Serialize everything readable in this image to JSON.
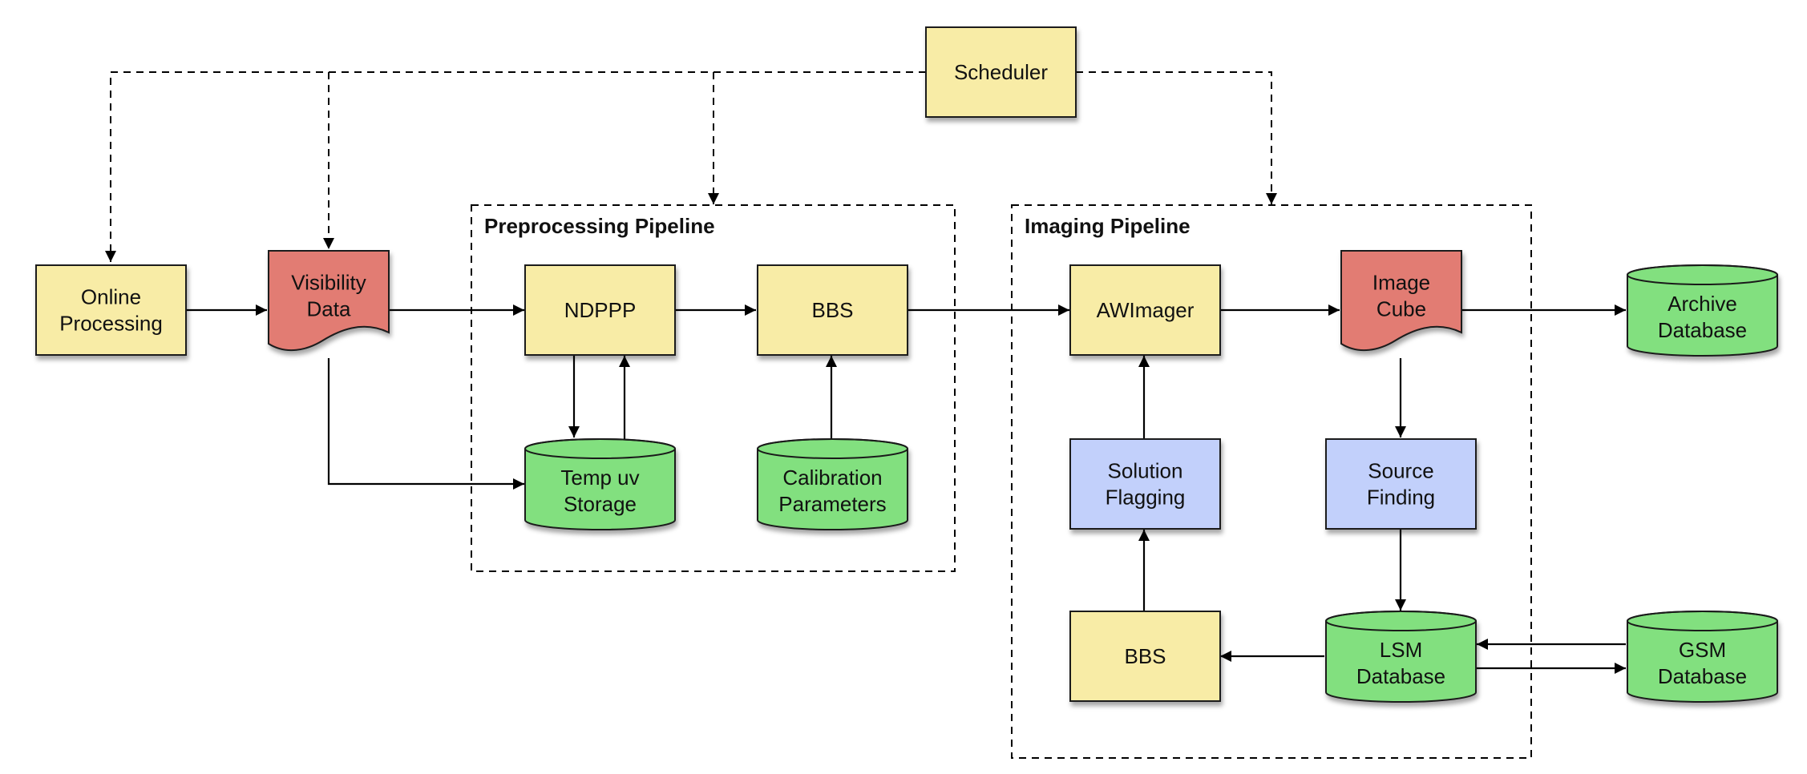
{
  "colors": {
    "process": "#f8eca6",
    "document": "#e27b73",
    "database": "#82e07f",
    "analysis": "#c2d0fb"
  },
  "groups": {
    "preprocessing": "Preprocessing Pipeline",
    "imaging": "Imaging Pipeline"
  },
  "nodes": {
    "scheduler": [
      "Scheduler"
    ],
    "online_processing": [
      "Online",
      "Processing"
    ],
    "visibility_data": [
      "Visibility",
      "Data"
    ],
    "ndppp": [
      "NDPPP"
    ],
    "bbs_pre": [
      "BBS"
    ],
    "temp_uv_storage": [
      "Temp uv",
      "Storage"
    ],
    "calibration_parameters": [
      "Calibration",
      "Parameters"
    ],
    "awimager": [
      "AWImager"
    ],
    "image_cube": [
      "Image",
      "Cube"
    ],
    "archive_database": [
      "Archive",
      "Database"
    ],
    "solution_flagging": [
      "Solution",
      "Flagging"
    ],
    "source_finding": [
      "Source",
      "Finding"
    ],
    "bbs_img": [
      "BBS"
    ],
    "lsm_database": [
      "LSM",
      "Database"
    ],
    "gsm_database": [
      "GSM",
      "Database"
    ]
  }
}
